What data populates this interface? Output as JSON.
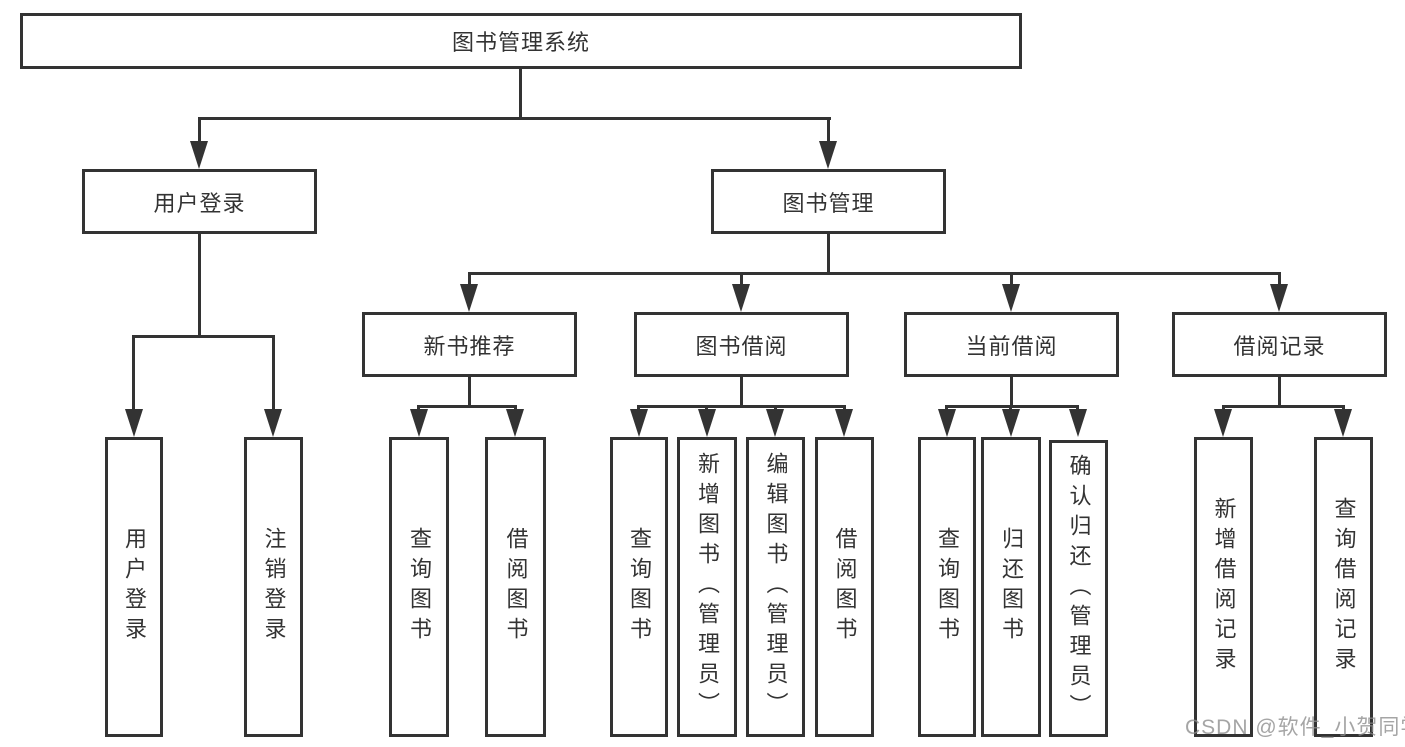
{
  "diagram_colors": {
    "line": "#333333",
    "box_border": "#333333",
    "background": "#ffffff",
    "watermark": "#8c8c8c"
  },
  "nodes": {
    "root": {
      "label": "图书管理系统"
    },
    "userLogin": {
      "label": "用户登录"
    },
    "bookMgmt": {
      "label": "图书管理"
    },
    "newBookRec": {
      "label": "新书推荐"
    },
    "bookBorrow": {
      "label": "图书借阅"
    },
    "currentBorrow": {
      "label": "当前借阅"
    },
    "borrowRecord": {
      "label": "借阅记录"
    },
    "leafUserLogin": {
      "label": "用户登录"
    },
    "leafLogout": {
      "label": "注销登录"
    },
    "leafRecQueryBook": {
      "label": "查询图书"
    },
    "leafRecBorrowBook": {
      "label": "借阅图书"
    },
    "leafBorQueryBook": {
      "label": "查询图书"
    },
    "leafBorAddBook": {
      "label": "新增图书（管理员）"
    },
    "leafBorEditBook": {
      "label": "编辑图书（管理员）"
    },
    "leafBorBorrowBook": {
      "label": "借阅图书"
    },
    "leafCurQueryBook": {
      "label": "查询图书"
    },
    "leafCurReturnBook": {
      "label": "归还图书"
    },
    "leafCurConfirmReturn": {
      "label": "确认归还（管理员）"
    },
    "leafRecordAdd": {
      "label": "新增借阅记录"
    },
    "leafRecordQuery": {
      "label": "查询借阅记录"
    }
  },
  "watermark": "CSDN @软件_小贺同学"
}
